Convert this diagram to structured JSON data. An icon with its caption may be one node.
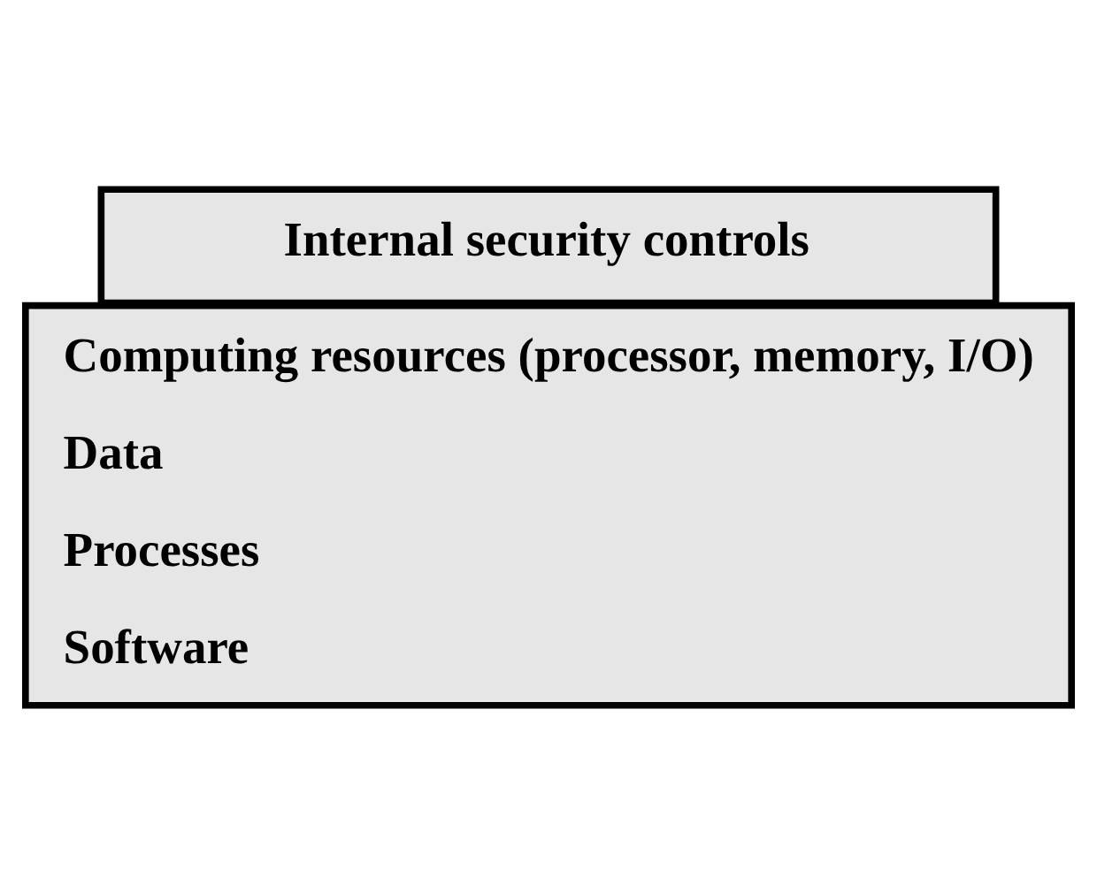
{
  "diagram": {
    "nodes": [
      {
        "text": [
          "Computing resources (processor, memory, I/O)",
          "Data",
          "Processes",
          "Software"
        ]
      },
      {
        "text": [
          "Internal security controls"
        ]
      }
    ]
  }
}
